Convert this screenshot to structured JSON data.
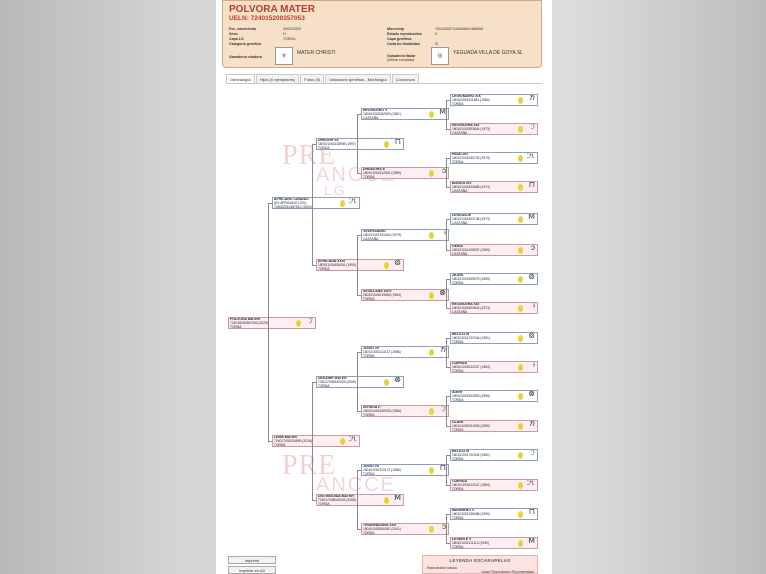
{
  "header": {
    "name": "POLVORA MATER",
    "ueln": "UELN: 724015200357053",
    "left_fields": [
      {
        "label": "Fec. nacimiento",
        "value": "09/02/2020"
      },
      {
        "label": "Sexo",
        "value": "H"
      },
      {
        "label": "Capa LG",
        "value": "TORDA"
      },
      {
        "label": "Categoría genética",
        "value": ""
      },
      {
        "label": "Ganadería criadora",
        "value": "MATER CHRISTI"
      }
    ],
    "right_fields": [
      {
        "label": "Microchip",
        "value": "100100007240608801488906"
      },
      {
        "label": "Estado reproductivo",
        "value": "S"
      },
      {
        "label": "Capa genética",
        "value": ""
      },
      {
        "label": "Carta de titularidad",
        "value": "Sí"
      },
      {
        "label": "Ganadería titular",
        "value": "YEGUADA VILLA DE GOYA SL",
        "note": "(última conocida)"
      }
    ]
  },
  "tabs": [
    "Genealogía",
    "Hijos (0 ejemplares)",
    "Fotos (0)",
    "Valoración genética - Morfología",
    "Concursos"
  ],
  "watermark": {
    "line1": "PRE",
    "line2": "ANCCE",
    "line3": "LG"
  },
  "pedigree": [
    {
      "name": "POLVORA MATER",
      "id": "724015200357053 (2020)",
      "coat": "TORDA",
      "f": true
    },
    {
      "name": "AFRICANO CANDAU",
      "id": "(EX AFRICANO LXIV)",
      "id2": "724002010457512 (2004)",
      "coat": "TORDA"
    },
    {
      "name": "UREDOR VII",
      "id": "180101002118908 (1997)",
      "coat": "TORDA"
    },
    {
      "name": "RECINCERO V",
      "id": "180101002052903 (1981)",
      "coat": "CASTAÑA"
    },
    {
      "name": "URDIDORA II",
      "id": "180101001612624 (1989)",
      "coat": "TORDA",
      "f": true
    },
    {
      "name": "AFRICANA XXVI",
      "id": "180101001806261 (1993)",
      "coat": "TORDA",
      "f": true
    },
    {
      "name": "VESPASIANO",
      "id": "180101001751024 (1979)",
      "coat": "CASTAÑA"
    },
    {
      "name": "SEVILLANA XXIV",
      "id": "180101001619863 (1984)",
      "coat": "TORDA",
      "f": true
    },
    {
      "name": "LEGIONARIO XIX",
      "id": "180101001611881 (1984)",
      "coat": "TORDA"
    },
    {
      "name": "RECINCERA XIX",
      "id": "180101001503844 (1973)",
      "coat": "CASTAÑA",
      "f": true
    },
    {
      "name": "HIDALGO",
      "id": "180101001630733 (1979)",
      "coat": "TORDA"
    },
    {
      "name": "BONITA XIV",
      "id": "180101001820668 (1974)",
      "coat": "CASTAÑA",
      "f": true
    },
    {
      "name": "LENGUAJE",
      "id": "180101001503746 (1973)",
      "coat": "CASTAÑA"
    },
    {
      "name": "GEISA",
      "id": "180101001205097 (1969)",
      "coat": "CASTAÑA",
      "f": true
    },
    {
      "name": "JEJEN",
      "id": "180101001505075 (1969)",
      "coat": "TORDA"
    },
    {
      "name": "RECINCERA XIX",
      "id": "180101001503844 (1973)",
      "coat": "CASTAÑA",
      "f": true
    },
    {
      "name": "DESAIRE MATER",
      "id": "724017008340029 (2008)",
      "coat": "TORDA"
    },
    {
      "name": "JUDIO VII",
      "id": "180101002113172 (1986)",
      "coat": "TORDA"
    },
    {
      "name": "INTRIGA F.",
      "id": "180101002150933 (1986)",
      "coat": "TORDA",
      "f": true
    },
    {
      "name": "LEMA MATER",
      "id": "724017002024890 (2016)",
      "coat": "TORDA",
      "f": true
    },
    {
      "name": "JUDIO VII",
      "id": "180101002113172 (1986)",
      "coat": "TORDA"
    },
    {
      "name": "DISTINGUIDA MATER",
      "id": "724017008040033 (2008)",
      "coat": "TORDA",
      "f": true
    },
    {
      "name": "TRIUNFADORA XXX",
      "id": "180101002830087 (2001)",
      "coat": "TORDA",
      "f": true
    },
    {
      "name": "BELICO III",
      "id": "180101001702344 (1981)",
      "coat": "TORDA"
    },
    {
      "name": "CUERDA",
      "id": "180101001812047 (1984)",
      "coat": "TORDA",
      "f": true
    },
    {
      "name": "AGER",
      "id": "180101001902853 (1969)",
      "coat": "TORDA"
    },
    {
      "name": "CLAVE",
      "id": "180101002021505 (1980)",
      "coat": "TORDA",
      "f": true
    },
    {
      "name": "BELICO III",
      "id": "180101001702344 (1981)",
      "coat": "TORDA"
    },
    {
      "name": "CUERDA",
      "id": "180101001812047 (1984)",
      "coat": "TORDA",
      "f": true
    },
    {
      "name": "MARINERO V",
      "id": "180101002136088 (1990)",
      "coat": "TORDA"
    },
    {
      "name": "LEVANTE V",
      "id": "180101002111113 (1990)",
      "coat": "TORDA",
      "f": true
    }
  ],
  "buttons": {
    "print": "Imprimir",
    "print_a3": "Imprimir en A3"
  },
  "legend": {
    "title": "LEYENDA ESCARAPELAS",
    "item1": "Reproductor básico",
    "item2": "Joven Reproductor Recomendado"
  },
  "colors": {
    "header_bg": "#f7e0c8",
    "accent": "#c0392b",
    "node_border": "#8aa0c0"
  }
}
